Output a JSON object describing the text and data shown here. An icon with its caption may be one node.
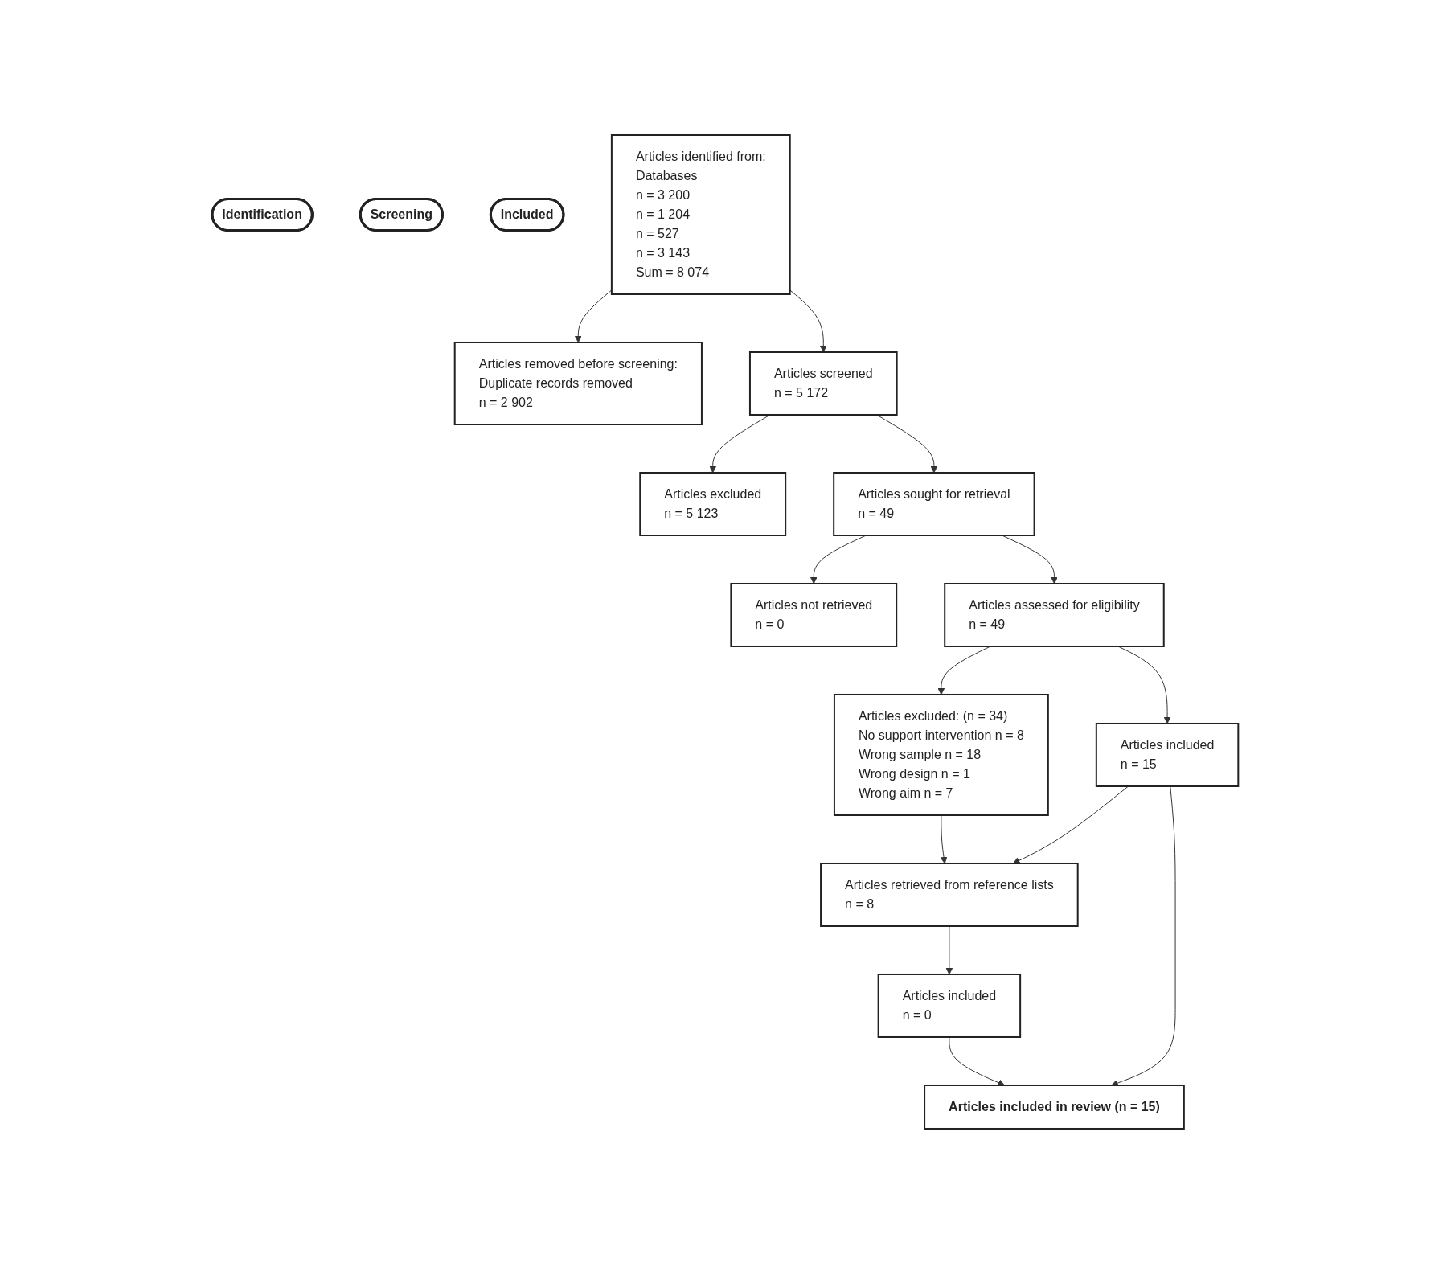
{
  "diagram": {
    "nodes": [
      {
        "text": [
          "Identification"
        ]
      },
      {
        "text": [
          "Screening"
        ]
      },
      {
        "text": [
          "Included"
        ]
      },
      {
        "text": [
          "Articles identified from:",
          "Databases",
          "n = 3 200",
          "n = 1 204",
          "n = 527",
          "n = 3 143",
          "Sum = 8 074"
        ]
      },
      {
        "text": [
          "Articles removed before screening:",
          "Duplicate records removed",
          "n = 2 902"
        ]
      },
      {
        "text": [
          "Articles screened",
          "n = 5 172"
        ]
      },
      {
        "text": [
          "Articles excluded",
          "n = 5 123"
        ]
      },
      {
        "text": [
          "Articles sought for retrieval",
          "n = 49"
        ]
      },
      {
        "text": [
          "Articles not retrieved",
          "n = 0"
        ]
      },
      {
        "text": [
          "Articles assessed for eligibility",
          "n = 49"
        ]
      },
      {
        "text": [
          "Articles excluded: (n = 34)",
          "No support intervention n = 8",
          "Wrong sample n = 18",
          "Wrong design n = 1",
          "Wrong aim n = 7"
        ]
      },
      {
        "text": [
          "Articles included",
          "n = 15"
        ]
      },
      {
        "text": [
          "Articles retrieved from reference lists",
          "n = 8"
        ]
      },
      {
        "text": [
          "Articles included",
          "n = 0"
        ]
      },
      {
        "text": [
          "Articles included in review (n = 15)"
        ]
      }
    ],
    "edges": [
      {
        "from": 3,
        "to": 4,
        "arrow": "to"
      },
      {
        "from": 3,
        "to": 5,
        "arrow": "to"
      },
      {
        "from": 5,
        "to": 6,
        "arrow": "to"
      },
      {
        "from": 5,
        "to": 7,
        "arrow": "to"
      },
      {
        "from": 7,
        "to": 8,
        "arrow": "to"
      },
      {
        "from": 7,
        "to": 9,
        "arrow": "to"
      },
      {
        "from": 9,
        "to": 10,
        "arrow": "to"
      },
      {
        "from": 9,
        "to": 11,
        "arrow": "to"
      },
      {
        "from": 10,
        "to": 12,
        "arrow": "to"
      },
      {
        "from": 11,
        "to": 12,
        "arrow": "to"
      },
      {
        "from": 12,
        "to": 13,
        "arrow": "to"
      },
      {
        "from": 11,
        "to": 14,
        "arrow": "to"
      },
      {
        "from": 13,
        "to": 14,
        "arrow": "to"
      }
    ]
  }
}
